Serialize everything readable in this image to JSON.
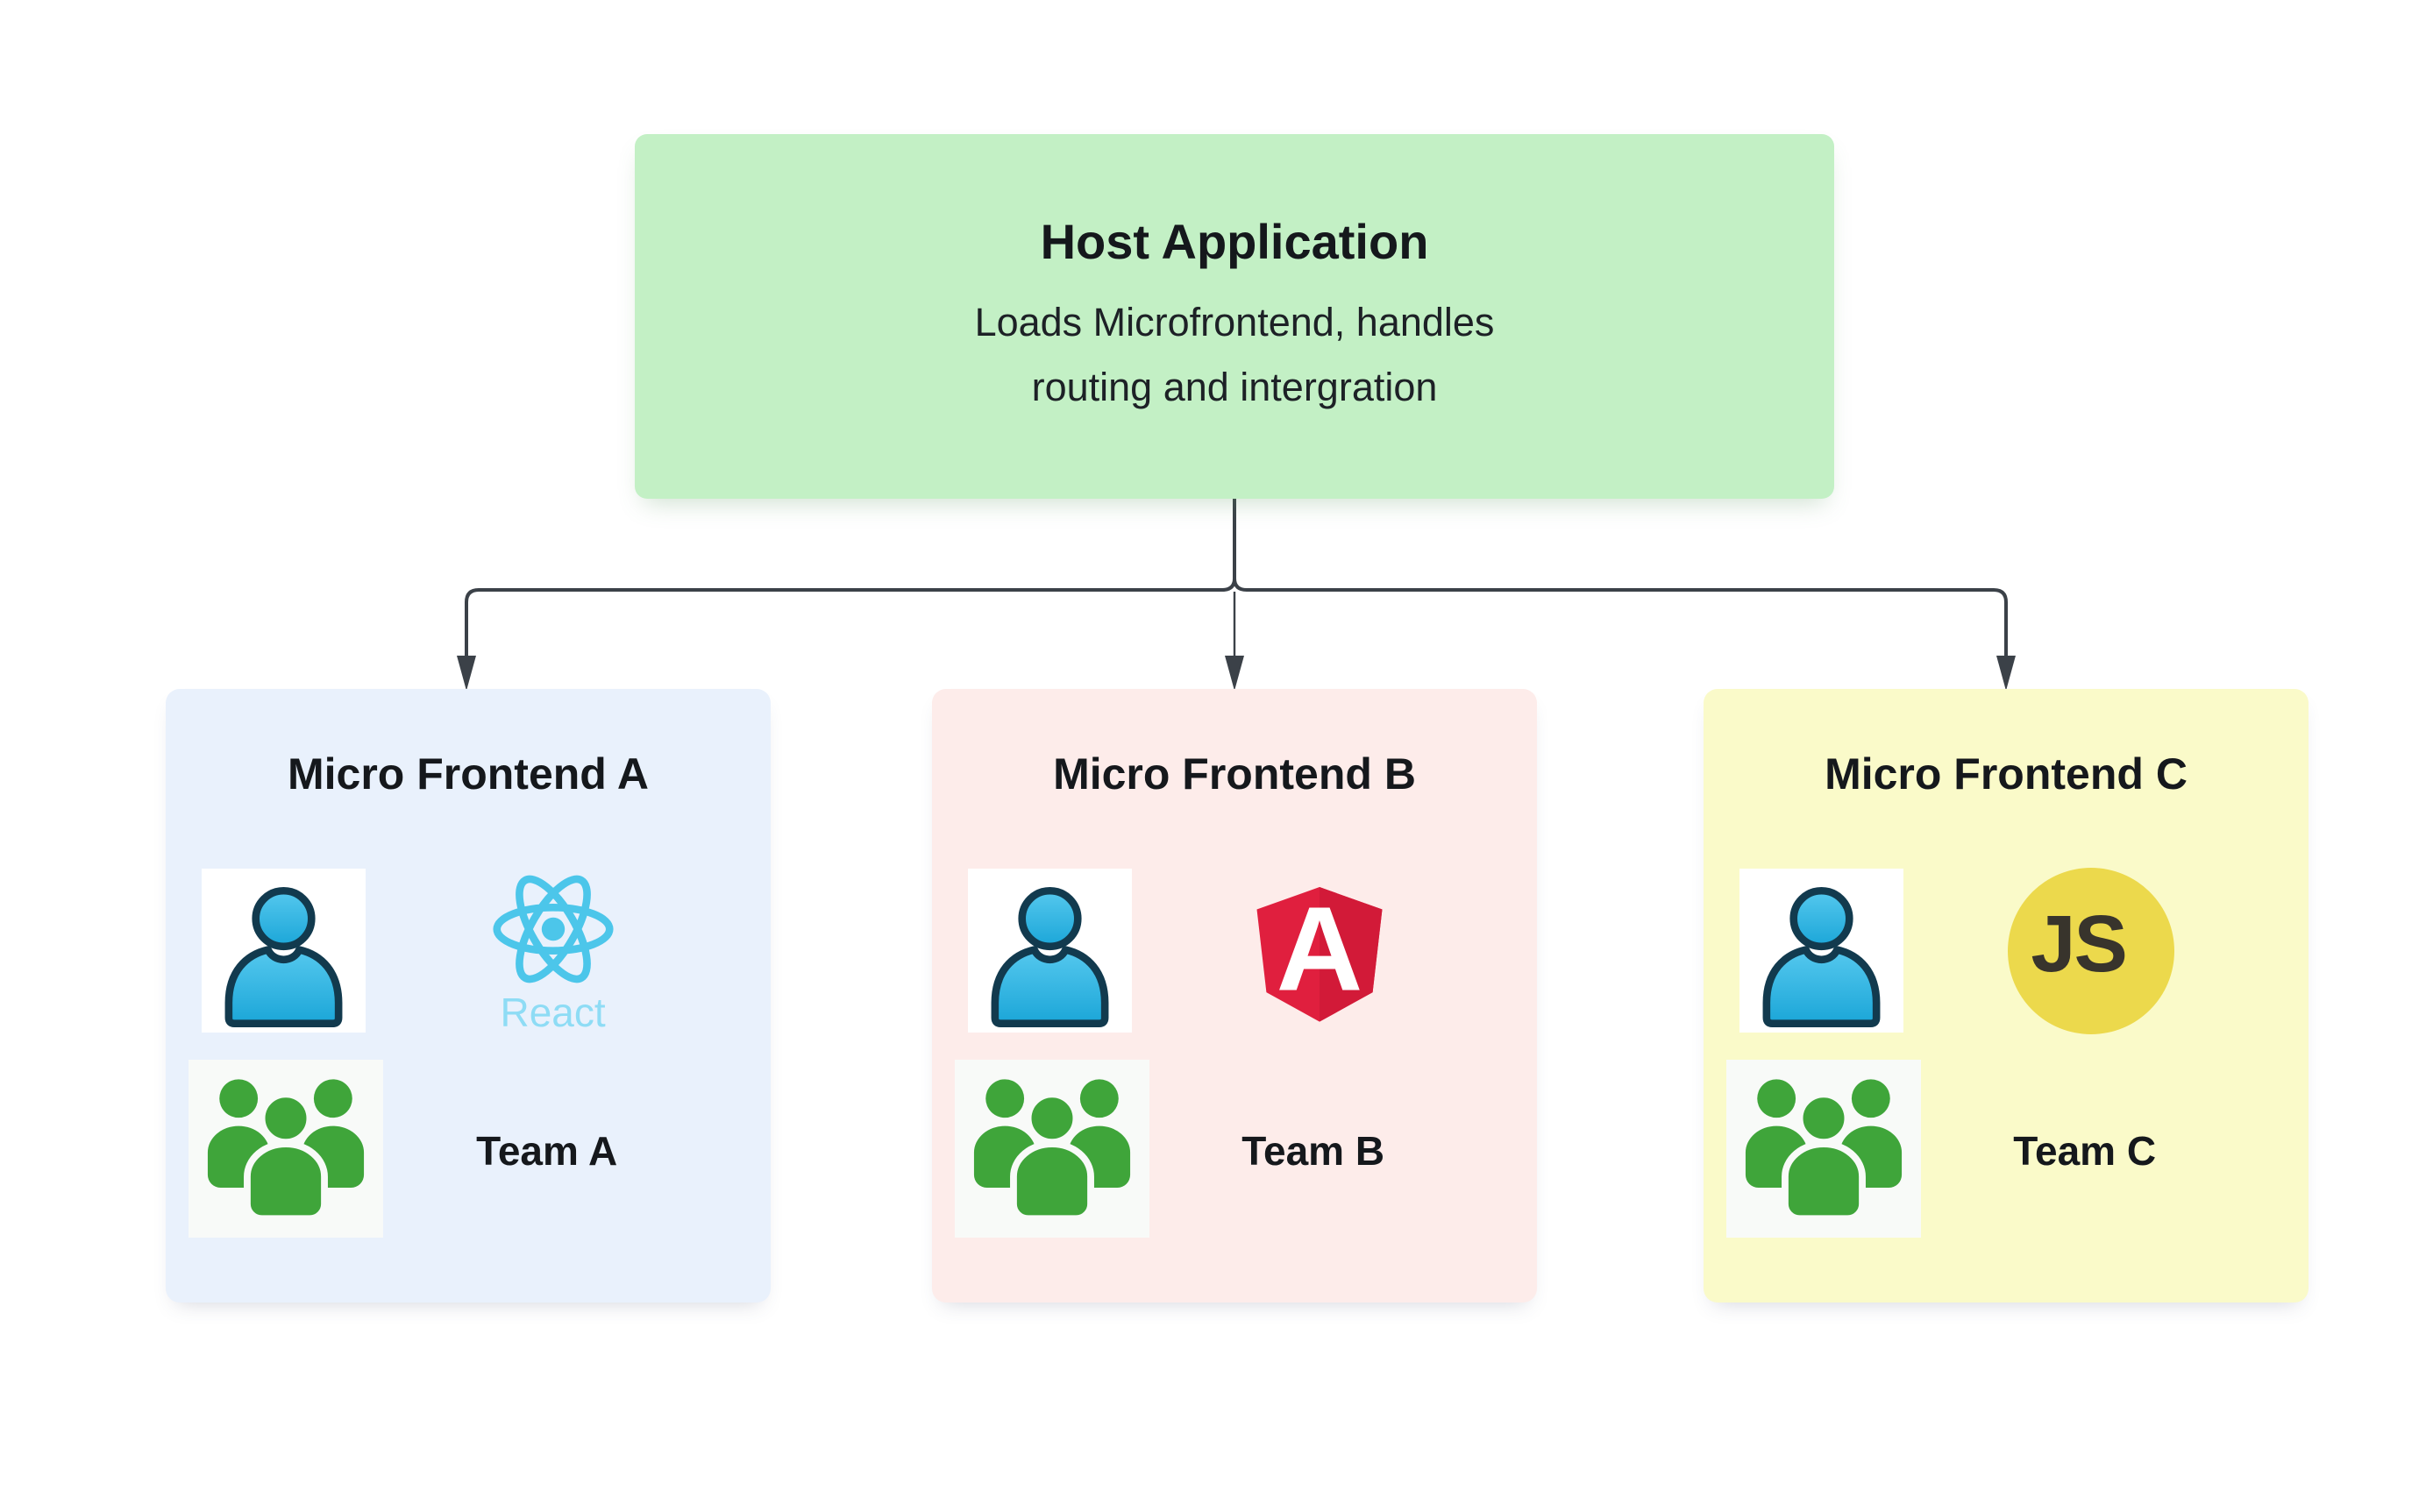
{
  "host": {
    "title": "Host Application",
    "subtitle_lines": [
      "Loads Microfrontend, handles",
      "routing and intergration"
    ]
  },
  "cards": [
    {
      "title": "Micro Frontend A",
      "framework_label": "React",
      "team_label": "Team A",
      "logo_icon": "react-atom-logo"
    },
    {
      "title": "Micro Frontend B",
      "framework_letter": "A",
      "team_label": "Team B",
      "logo_icon": "angular-shield-logo"
    },
    {
      "title": "Micro Frontend C",
      "framework_label": "JS",
      "team_label": "Team C",
      "logo_icon": "javascript-circle-logo"
    }
  ],
  "icons": {
    "developer": "person-avatar-icon",
    "team": "team-group-icon"
  },
  "colors": {
    "host-bg": "#c3f0c5",
    "card-a-bg": "#e9f1fc",
    "card-b-bg": "#fdecea",
    "card-c-bg": "#fafac9",
    "connector": "#3b4148",
    "react-blue": "#4cc6ea",
    "react-text": "#8edcf5",
    "angular-red": "#e01f3e",
    "angular-red-dark": "#d21a38",
    "js-yellow": "#ecd94c",
    "js-text": "#38342c",
    "team-green": "#3fa53a",
    "person-outline": "#123a4e",
    "text-dark": "#15181c"
  }
}
